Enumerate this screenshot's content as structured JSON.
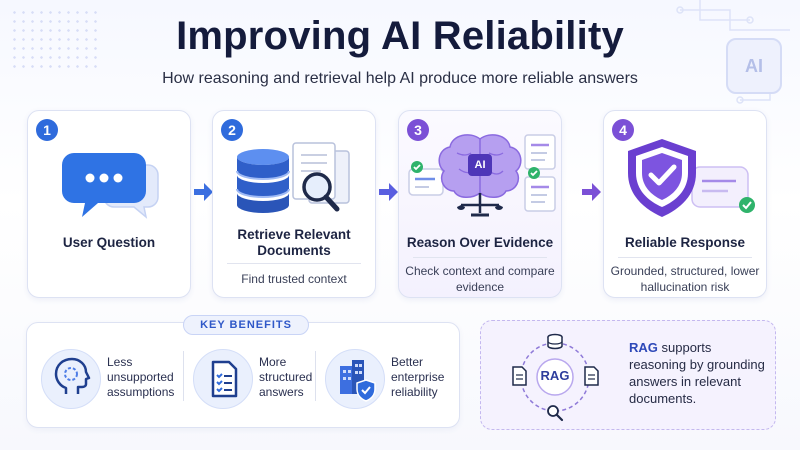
{
  "header": {
    "title": "Improving AI Reliability",
    "subtitle": "How reasoning and retrieval help AI produce more reliable answers"
  },
  "steps": [
    {
      "number": "1",
      "title": "User Question",
      "description": "",
      "icon": "chat-bubble-icon",
      "theme": "#2f6bdc"
    },
    {
      "number": "2",
      "title": "Retrieve Relevant Documents",
      "description": "Find trusted context",
      "icon": "database-search-icon",
      "theme": "#2f6bdc"
    },
    {
      "number": "3",
      "title": "Reason Over Evidence",
      "description": "Check context and compare evidence",
      "icon": "ai-brain-icon",
      "theme": "#7b50d6"
    },
    {
      "number": "4",
      "title": "Reliable Response",
      "description": "Grounded, structured, lower hallucination risk",
      "icon": "shield-check-icon",
      "theme": "#7b50d6"
    }
  ],
  "ai_chip_label": "AI",
  "benefits": {
    "label": "KEY BENEFITS",
    "items": [
      {
        "text": "Less unsupported assumptions",
        "icon": "head-profile-icon"
      },
      {
        "text": "More structured answers",
        "icon": "checklist-document-icon"
      },
      {
        "text": "Better enterprise reliability",
        "icon": "building-shield-icon"
      }
    ]
  },
  "rag": {
    "center_label": "RAG",
    "highlight": "RAG",
    "text": "supports reasoning by grounding answers in relevant documents."
  },
  "decoration": {
    "corner_label": "AI"
  },
  "colors": {
    "primary_blue": "#2f6bdc",
    "primary_violet": "#7b50d6",
    "title_navy": "#141b3c",
    "success_green": "#2fb36b"
  }
}
